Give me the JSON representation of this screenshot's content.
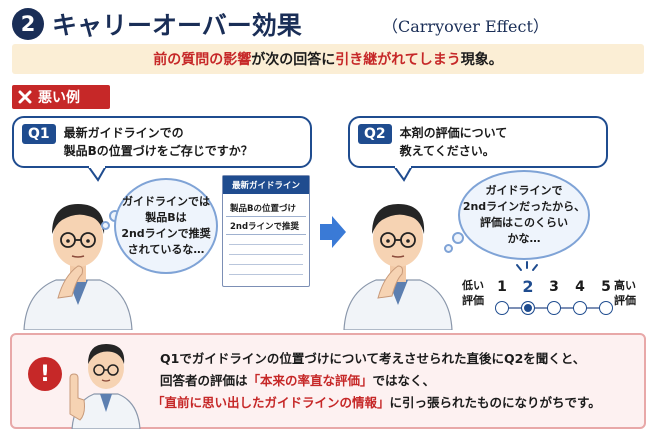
{
  "title": {
    "number": "2",
    "main": "キャリーオーバー効果",
    "sub": "（Carryover Effect）"
  },
  "banner": {
    "part1": "前の質問の影響",
    "part2": "が次の回答に",
    "part3": "引き継がれてしまう",
    "part4": "現象。"
  },
  "bad_example": {
    "icon": "x-icon",
    "label": "悪い例"
  },
  "q1": {
    "tag": "Q1",
    "line1": "最新ガイドラインでの",
    "line2": "製品Bの位置づけをご存じですか？"
  },
  "thought1": {
    "line1": "ガイドラインでは",
    "line2": "製品Bは",
    "line3": "2ndラインで推奨",
    "line4": "されているな…"
  },
  "document": {
    "header": "最新ガイドライン",
    "line1": "製品Bの位置づけ",
    "line2": "2ndラインで推奨"
  },
  "q2": {
    "tag": "Q2",
    "line1": "本剤の評価について",
    "line2": "教えてください。"
  },
  "thought2": {
    "line1": "ガイドラインで",
    "line2": "2ndラインだったから、",
    "line3": "評価はこのくらい",
    "line4": "かな…"
  },
  "rating": {
    "low_line1": "低い",
    "low_line2": "評価",
    "high_line1": "高い",
    "high_line2": "評価",
    "options": [
      "1",
      "2",
      "3",
      "4",
      "5"
    ],
    "selected": 2
  },
  "note": {
    "icon": "exclamation-icon",
    "line1": "Q1でガイドラインの位置づけについて考えさせられた直後にQ2を聞くと、",
    "line2_a": "回答者の評価は",
    "line2_b": "「本来の率直な評価」",
    "line2_c": "ではなく、",
    "line3_a": "「直前に思い出したガイドラインの情報」",
    "line3_b": "に引っ張られたものになりがちです。"
  },
  "colors": {
    "navy": "#1a2e57",
    "blue": "#1f4c8f",
    "red": "#c62828",
    "banner_bg": "#fbeed5",
    "note_bg": "#fdf1f1"
  }
}
